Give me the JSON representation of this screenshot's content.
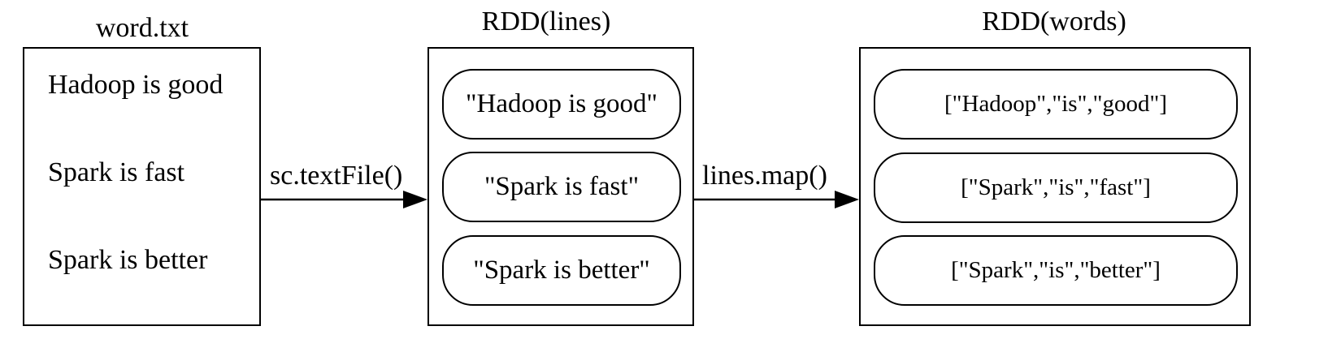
{
  "source_file": {
    "title": "word.txt",
    "lines": [
      "Hadoop is good",
      "Spark is fast",
      "Spark is better"
    ]
  },
  "rdd_lines": {
    "title": "RDD(lines)",
    "items": [
      "\"Hadoop is good\"",
      "\"Spark is fast\"",
      "\"Spark is better\""
    ]
  },
  "rdd_words": {
    "title": "RDD(words)",
    "items": [
      "[\"Hadoop\",\"is\",\"good\"]",
      "[\"Spark\",\"is\",\"fast\"]",
      "[\"Spark\",\"is\",\"better\"]"
    ]
  },
  "edges": {
    "text_file": "sc.textFile()",
    "map": "lines.map()"
  }
}
